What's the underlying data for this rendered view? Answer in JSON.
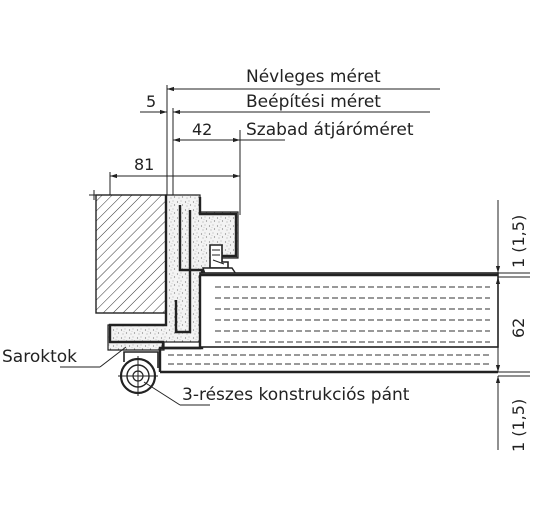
{
  "labels": {
    "nominal_size": "Névleges méret",
    "installation_size": "Beépítési méret",
    "clear_passage": "Szabad átjáróméret",
    "corner_seal": "Saroktok",
    "hinge": "3-részes konstrukciós pánt"
  },
  "dimensions": {
    "d5": "5",
    "d42": "42",
    "d81": "81",
    "top_gap": "1 (1,5)",
    "leaf_thickness": "62",
    "bottom_gap": "1 (1,5)"
  },
  "colors": {
    "line": "#222222",
    "background": "#ffffff"
  }
}
